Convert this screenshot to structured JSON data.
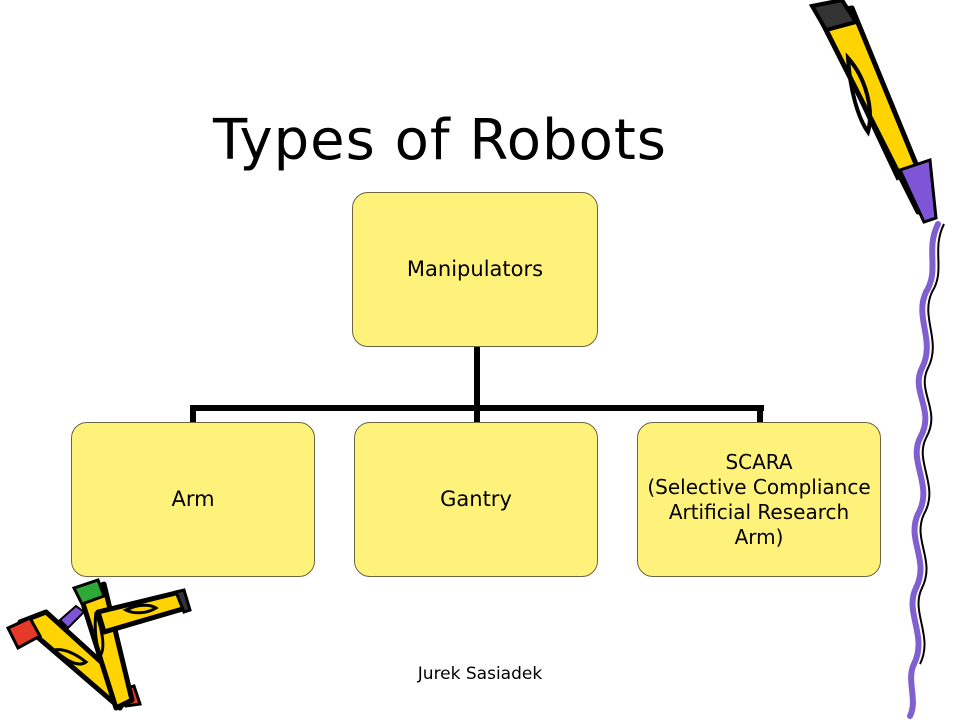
{
  "slide": {
    "title": "Types of Robots",
    "footer": "Jurek Sasiadek"
  },
  "diagram": {
    "root": {
      "label": "Manipulators"
    },
    "children": [
      {
        "label": "Arm"
      },
      {
        "label": "Gantry"
      },
      {
        "label": "SCARA\n(Selective Compliance\nArtificial Research\nArm)"
      }
    ]
  },
  "colors": {
    "box_fill": "#fff27a",
    "connector": "#000000",
    "pencil_yellow": "#ffd400",
    "pencil_purple": "#7d55d6",
    "pencil_red": "#e53a2a",
    "pencil_green": "#2fa83a"
  },
  "icons": [
    "pencil-icon",
    "pencils-cluster-icon",
    "squiggle-border-icon"
  ]
}
